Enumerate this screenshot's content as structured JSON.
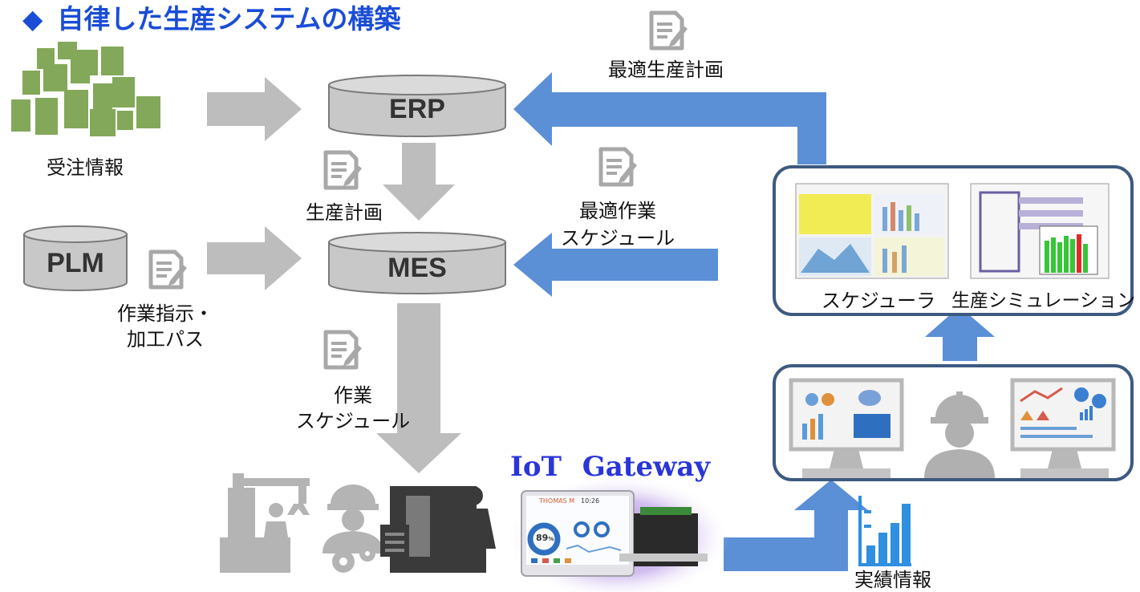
{
  "title": "自律した生産システムの構築",
  "title_bullet": "◆",
  "databases": {
    "erp": "ERP",
    "mes": "MES",
    "plm": "PLM"
  },
  "labels": {
    "order_info": "受注情報",
    "production_plan": "生産計画",
    "work_instruction_1": "作業指示・",
    "work_instruction_2": "加工パス",
    "work_schedule_1": "作業",
    "work_schedule_2": "スケジュール",
    "optimal_production_plan": "最適生産計画",
    "optimal_work_schedule_1": "最適作業",
    "optimal_work_schedule_2": "スケジュール",
    "scheduler": "スケジューラ",
    "production_simulation": "生産シミュレーション",
    "results_info": "実績情報",
    "iot_gateway": "IoT Gateway"
  },
  "device_screen": {
    "brand": "THOMAS M",
    "time": "10:26",
    "gauge_value": "89",
    "gauge_unit": "%"
  },
  "colors": {
    "title": "#1a4dd6",
    "gateway_text": "#2a36d8",
    "gray_arrow": "#bdbdbd",
    "blue_arrow": "#5b8fd6",
    "panel_border": "#3d5a80",
    "order_tiles": "#83a85a",
    "database_fill": "#c8c8c8",
    "icon_gray": "#a8a8a8",
    "gateway_glow": "#9a72d8"
  },
  "icons": [
    "document-icon",
    "robot-arm-icon",
    "worker-icon",
    "machine-tool-icon",
    "gear-icon",
    "monitor-icon",
    "bar-chart-icon",
    "helmet-worker-icon"
  ]
}
